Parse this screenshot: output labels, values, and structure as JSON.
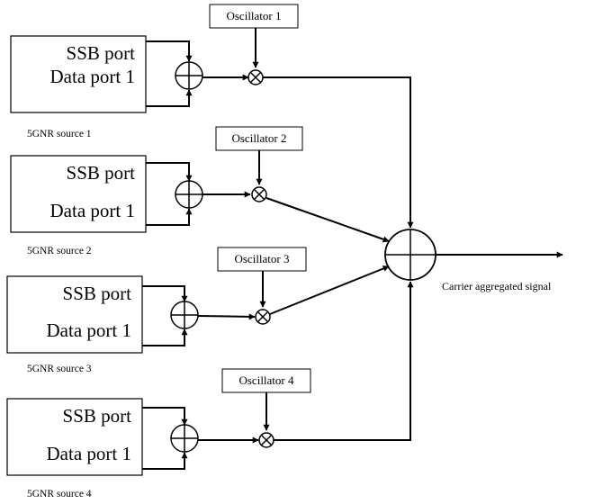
{
  "sources": [
    {
      "ssb_label": "SSB port",
      "data_label": "Data port 1",
      "caption": "5GNR source 1",
      "oscillator": "Oscillator 1"
    },
    {
      "ssb_label": "SSB port",
      "data_label": "Data port 1",
      "caption": "5GNR source 2",
      "oscillator": "Oscillator 2"
    },
    {
      "ssb_label": "SSB port",
      "data_label": "Data port 1",
      "caption": "5GNR source 3",
      "oscillator": "Oscillator 3"
    },
    {
      "ssb_label": "SSB port",
      "data_label": "Data port 1",
      "caption": "5GNR source 4",
      "oscillator": "Oscillator 4"
    }
  ],
  "output_label": "Carrier aggregated signal"
}
